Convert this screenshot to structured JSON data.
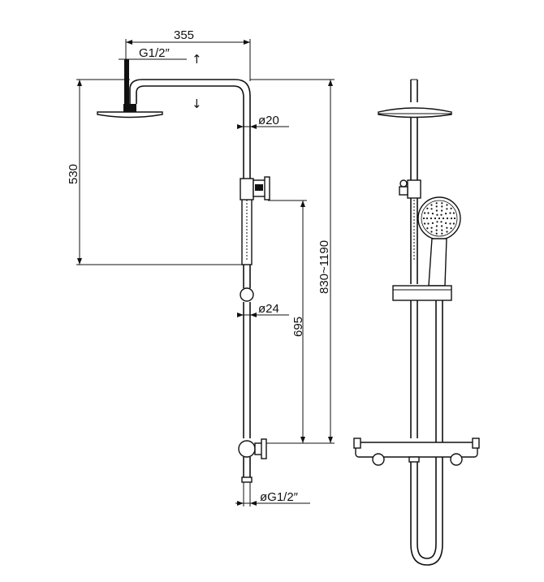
{
  "dimensions": {
    "width_355": "355",
    "thread_top": "G1/2″",
    "dia_20": "ø20",
    "height_530": "530",
    "height_range": "830~1190",
    "dia_24": "ø24",
    "height_695": "695",
    "thread_bottom": "øG1/2″"
  },
  "arrows": {
    "up": "↑",
    "down": "↓"
  }
}
